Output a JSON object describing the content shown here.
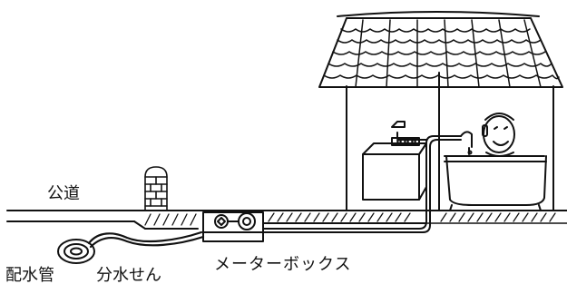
{
  "labels": {
    "road": "公道",
    "meter_box": "メーターボックス",
    "distribution_main": "配水管",
    "service_pipe": "分水せん"
  },
  "colors": {
    "ink": "#111111",
    "background": "#ffffff"
  }
}
